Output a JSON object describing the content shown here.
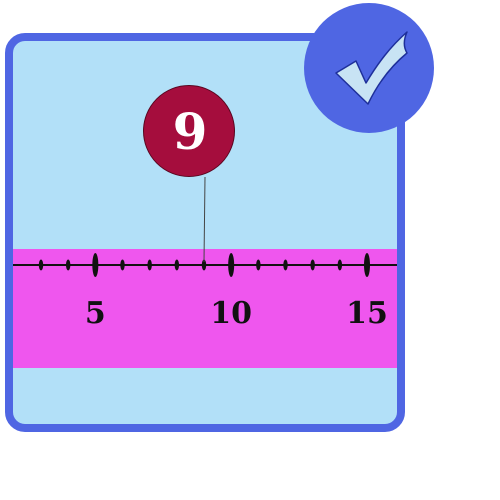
{
  "number_line": {
    "min": 3,
    "max": 15,
    "major_ticks": [
      5,
      10,
      15
    ],
    "minor_step": 1,
    "labels": {
      "five": "5",
      "ten": "10",
      "fifteen": "15"
    }
  },
  "marker": {
    "value": 9,
    "label": "9"
  },
  "status": {
    "icon": "checkmark-icon"
  },
  "colors": {
    "card_fill": "#b2e0f8",
    "card_border": "#4f66e3",
    "band": "#ef56ee",
    "marker": "#a50d3d",
    "badge": "#4f66e3"
  }
}
